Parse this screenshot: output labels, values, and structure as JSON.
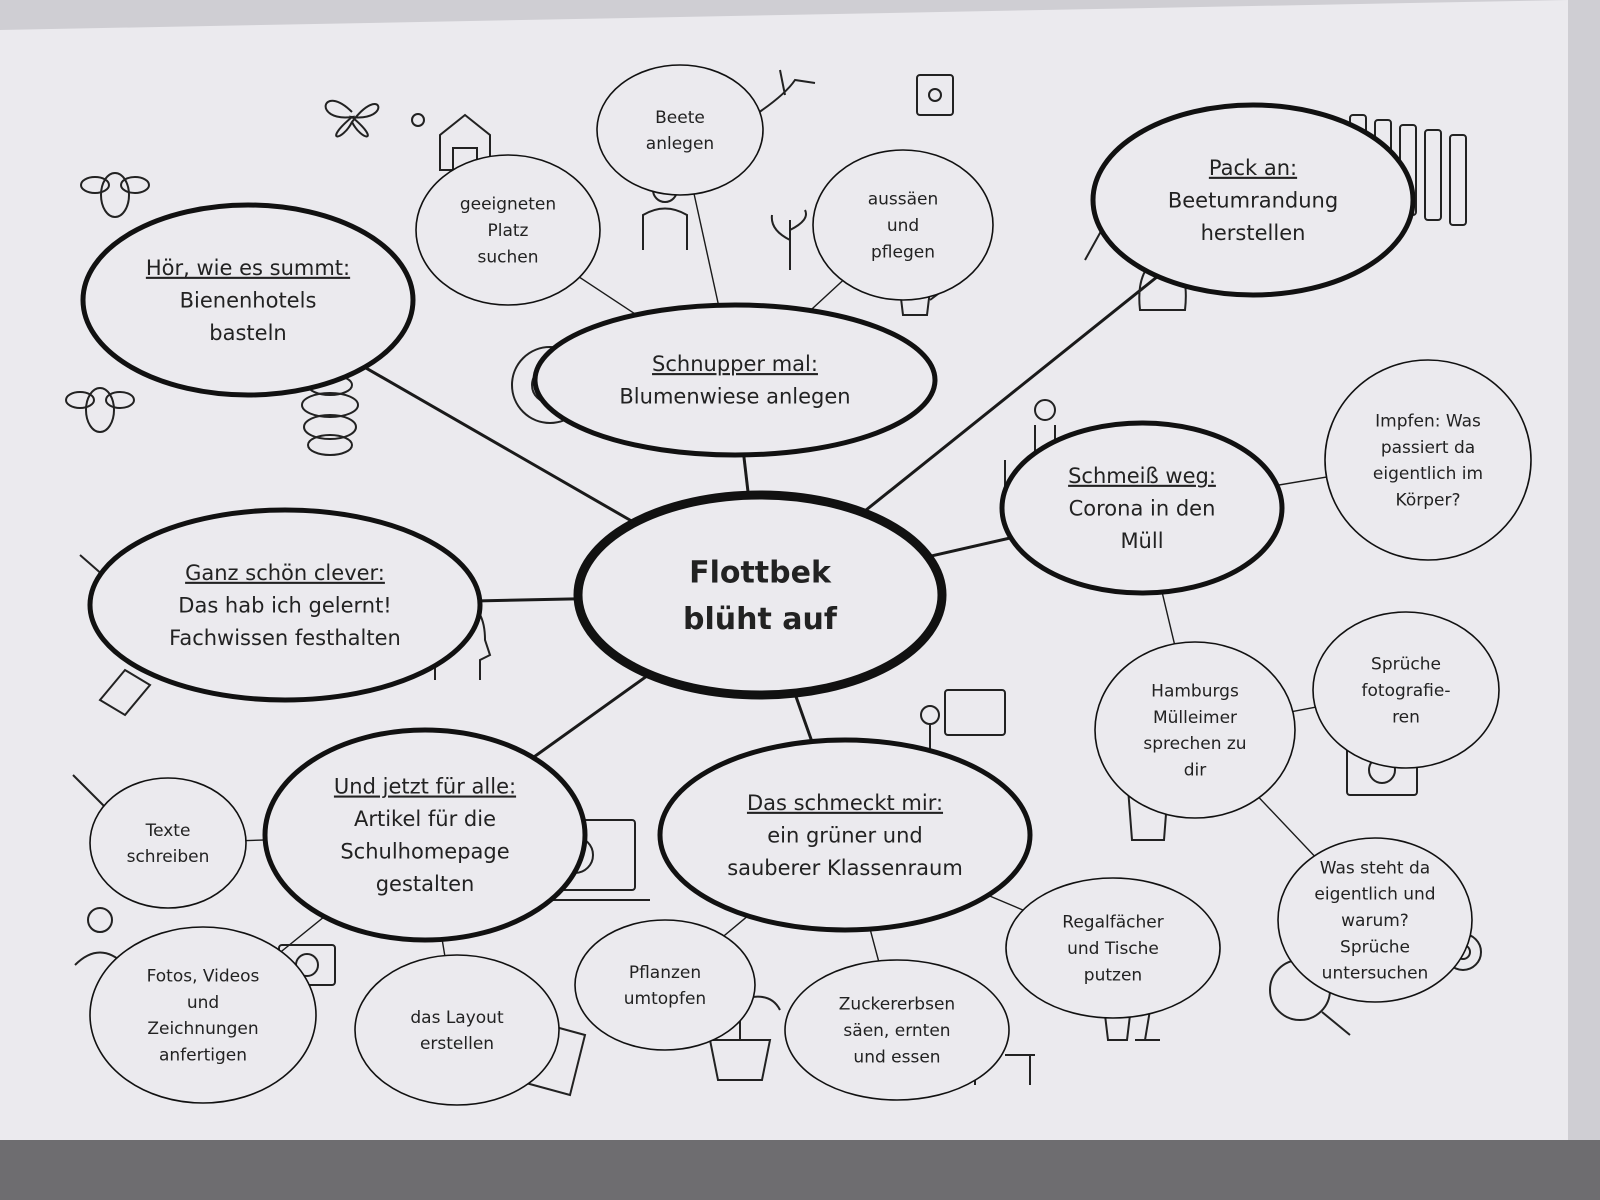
{
  "diagram": {
    "center": {
      "lines": [
        "Flottbek",
        "blüht auf"
      ]
    },
    "main_nodes": [
      {
        "id": "horwie",
        "title": "Hör, wie es summt:",
        "lines": [
          "Bienenhotels",
          "basteln"
        ]
      },
      {
        "id": "schnupper",
        "title": "Schnupper mal:",
        "lines": [
          "Blumenwiese anlegen"
        ]
      },
      {
        "id": "pack",
        "title": "Pack an:",
        "lines": [
          "Beetumrandung",
          "herstellen"
        ]
      },
      {
        "id": "schmeiss",
        "title": "Schmeiß weg:",
        "lines": [
          "Corona in den",
          "Müll"
        ]
      },
      {
        "id": "clever",
        "title": "Ganz schön clever:",
        "lines": [
          "Das hab ich gelernt!",
          "Fachwissen festhalten"
        ]
      },
      {
        "id": "alle",
        "title": "Und jetzt für alle:",
        "lines": [
          "Artikel für die",
          "Schulhomepage",
          "gestalten"
        ]
      },
      {
        "id": "schmeckt",
        "title": "Das schmeckt mir:",
        "lines": [
          "ein grüner und",
          "sauberer Klassenraum"
        ]
      }
    ],
    "sub_nodes": [
      {
        "id": "geeigneten",
        "parent": "schnupper",
        "lines": [
          "geeigneten",
          "Platz",
          "suchen"
        ]
      },
      {
        "id": "beete",
        "parent": "schnupper",
        "lines": [
          "Beete",
          "anlegen"
        ]
      },
      {
        "id": "aussaen",
        "parent": "schnupper",
        "lines": [
          "aussäen",
          "und",
          "pflegen"
        ]
      },
      {
        "id": "impfen",
        "parent": "schmeiss",
        "lines": [
          "Impfen: Was",
          "passiert da",
          "eigentlich im",
          "Körper?"
        ]
      },
      {
        "id": "hamburgs",
        "parent": "schmeiss",
        "lines": [
          "Hamburgs",
          "Mülleimer",
          "sprechen zu",
          "dir"
        ]
      },
      {
        "id": "sprueche",
        "parent": "hamburgs",
        "lines": [
          "Sprüche",
          "fotografie-",
          "ren"
        ]
      },
      {
        "id": "wassteht",
        "parent": "hamburgs",
        "lines": [
          "Was steht da",
          "eigentlich und",
          "warum?",
          "Sprüche",
          "untersuchen"
        ]
      },
      {
        "id": "texte",
        "parent": "alle",
        "lines": [
          "Texte",
          "schreiben"
        ]
      },
      {
        "id": "fotos",
        "parent": "alle",
        "lines": [
          "Fotos, Videos",
          "und",
          "Zeichnungen",
          "anfertigen"
        ]
      },
      {
        "id": "layout",
        "parent": "alle",
        "lines": [
          "das Layout",
          "erstellen"
        ]
      },
      {
        "id": "pflanzen",
        "parent": "schmeckt",
        "lines": [
          "Pflanzen",
          "umtopfen"
        ]
      },
      {
        "id": "zucker",
        "parent": "schmeckt",
        "lines": [
          "Zuckererbsen",
          "säen, ernten",
          "und essen"
        ]
      },
      {
        "id": "regal",
        "parent": "schmeckt",
        "lines": [
          "Regalfächer",
          "und Tische",
          "putzen"
        ]
      }
    ],
    "icons": [
      "bee-icon",
      "butterfly-icon",
      "barn-icon",
      "sun-icon",
      "gardener-icon",
      "hummingbird-icon",
      "seed-packet-icon",
      "seedling-icon",
      "watering-can-icon",
      "fence-icon",
      "hammer-icon",
      "nails-icon",
      "gloves-icon",
      "sunflower-icon",
      "beehive-icon",
      "person-trash-icon",
      "syringe-icon",
      "camera-icon",
      "trash-can-icon",
      "magnifier-icon",
      "lightbulb-gear-icon",
      "hand-writing-icon",
      "book-icon",
      "head-lightbulb-icon",
      "pen-icon",
      "artist-icon",
      "laptop-globe-icon",
      "document-icon",
      "teacher-board-icon",
      "potted-plant-icon",
      "student-desk-icon",
      "bucket-broom-icon"
    ]
  }
}
